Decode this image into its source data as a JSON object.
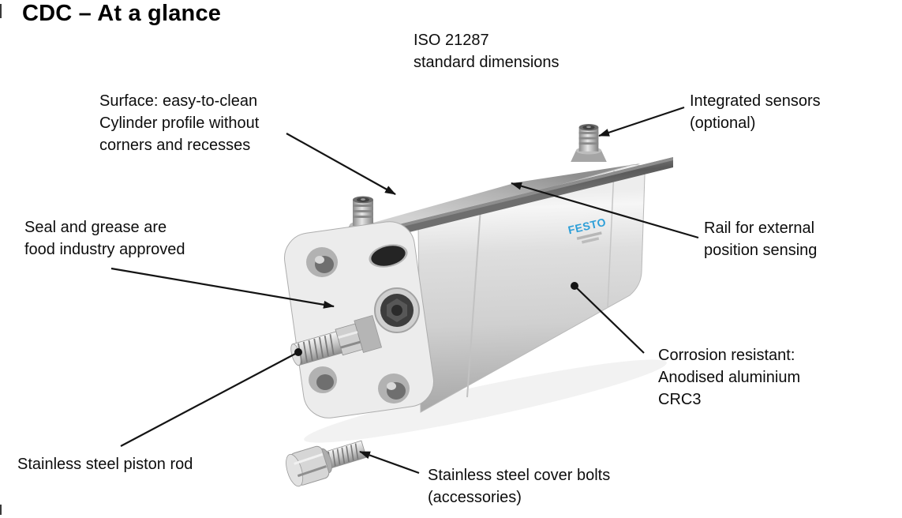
{
  "slide": {
    "title": "CDC – At a glance"
  },
  "annotations": {
    "iso": {
      "lines": [
        "ISO 21287",
        "standard dimensions"
      ]
    },
    "surface": {
      "lines": [
        "Surface: easy-to-clean",
        "Cylinder profile without",
        "corners and recesses"
      ]
    },
    "sensors": {
      "lines": [
        "Integrated sensors",
        "(optional)"
      ]
    },
    "seal": {
      "lines": [
        "Seal and grease are",
        "food industry approved"
      ]
    },
    "rail": {
      "lines": [
        "Rail for external",
        "position sensing"
      ]
    },
    "corrosion": {
      "lines": [
        "Corrosion resistant:",
        "Anodised aluminium",
        "CRC3"
      ]
    },
    "piston_rod": {
      "lines": [
        "Stainless steel piston rod"
      ]
    },
    "cover_bolts": {
      "lines": [
        "Stainless steel cover bolts",
        "(accessories)"
      ]
    }
  },
  "product": {
    "brand": "FESTO",
    "brand_color": "#2d9fd8"
  },
  "colors": {
    "text": "#0d0d0d",
    "arrow": "#141414",
    "body_light": "#f2f2f2",
    "body_mid": "#d3d3d3",
    "body_dark": "#a9a9a9",
    "rail_dark": "#5a5a5a"
  }
}
